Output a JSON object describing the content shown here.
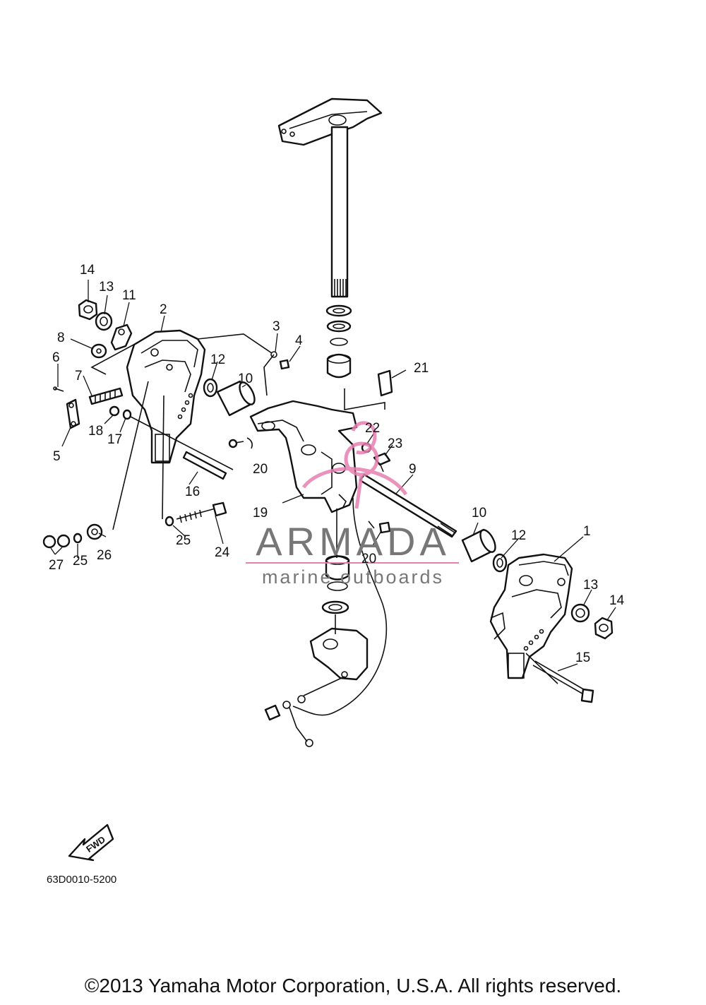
{
  "diagram": {
    "callouts": {
      "p1": "1",
      "p2": "2",
      "p3": "3",
      "p4": "4",
      "p5": "5",
      "p6": "6",
      "p7": "7",
      "p8": "8",
      "p9": "9",
      "p10a": "10",
      "p10b": "10",
      "p11": "11",
      "p12a": "12",
      "p12b": "12",
      "p13a": "13",
      "p13b": "13",
      "p14a": "14",
      "p14b": "14",
      "p15": "15",
      "p16": "16",
      "p17": "17",
      "p18": "18",
      "p19": "19",
      "p20a": "20",
      "p20b": "20",
      "p21": "21",
      "p22": "22",
      "p23": "23",
      "p24": "24",
      "p25a": "25",
      "p25b": "25",
      "p26": "26",
      "p27": "27"
    },
    "fwd_label": "FWD",
    "drawing_code": "63D0010-5200"
  },
  "watermark": {
    "brand": "ARMADA",
    "tagline": "marine outboards",
    "color": "#e77fb0"
  },
  "footer": {
    "copyright": "©2013 Yamaha Motor Corporation, U.S.A. All rights reserved."
  }
}
